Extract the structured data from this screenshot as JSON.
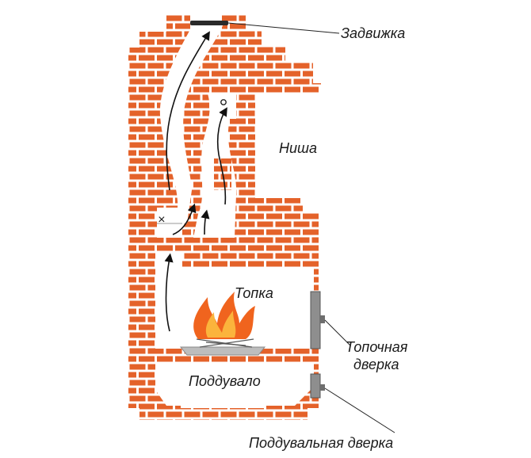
{
  "labels": {
    "damper": "Задвижка",
    "niche": "Ниша",
    "firebox": "Топка",
    "firebox_door_line1": "Топочная",
    "firebox_door_line2": "дверка",
    "ash_pit": "Поддувало",
    "ash_pit_door": "Поддувальная дверка"
  },
  "marker_symbol": "×",
  "colors": {
    "brick": "#e4622a",
    "mortar": "#ffffff",
    "flue": "#ffffff",
    "outline": "#222222",
    "door": "#8e8e8e",
    "flame_outer": "#f0641e",
    "flame_inner": "#fbb43c",
    "grate": "#bdbdbd"
  },
  "icons": [
    "upward-arrow-icon",
    "flame-icon",
    "cross-marker-icon"
  ]
}
